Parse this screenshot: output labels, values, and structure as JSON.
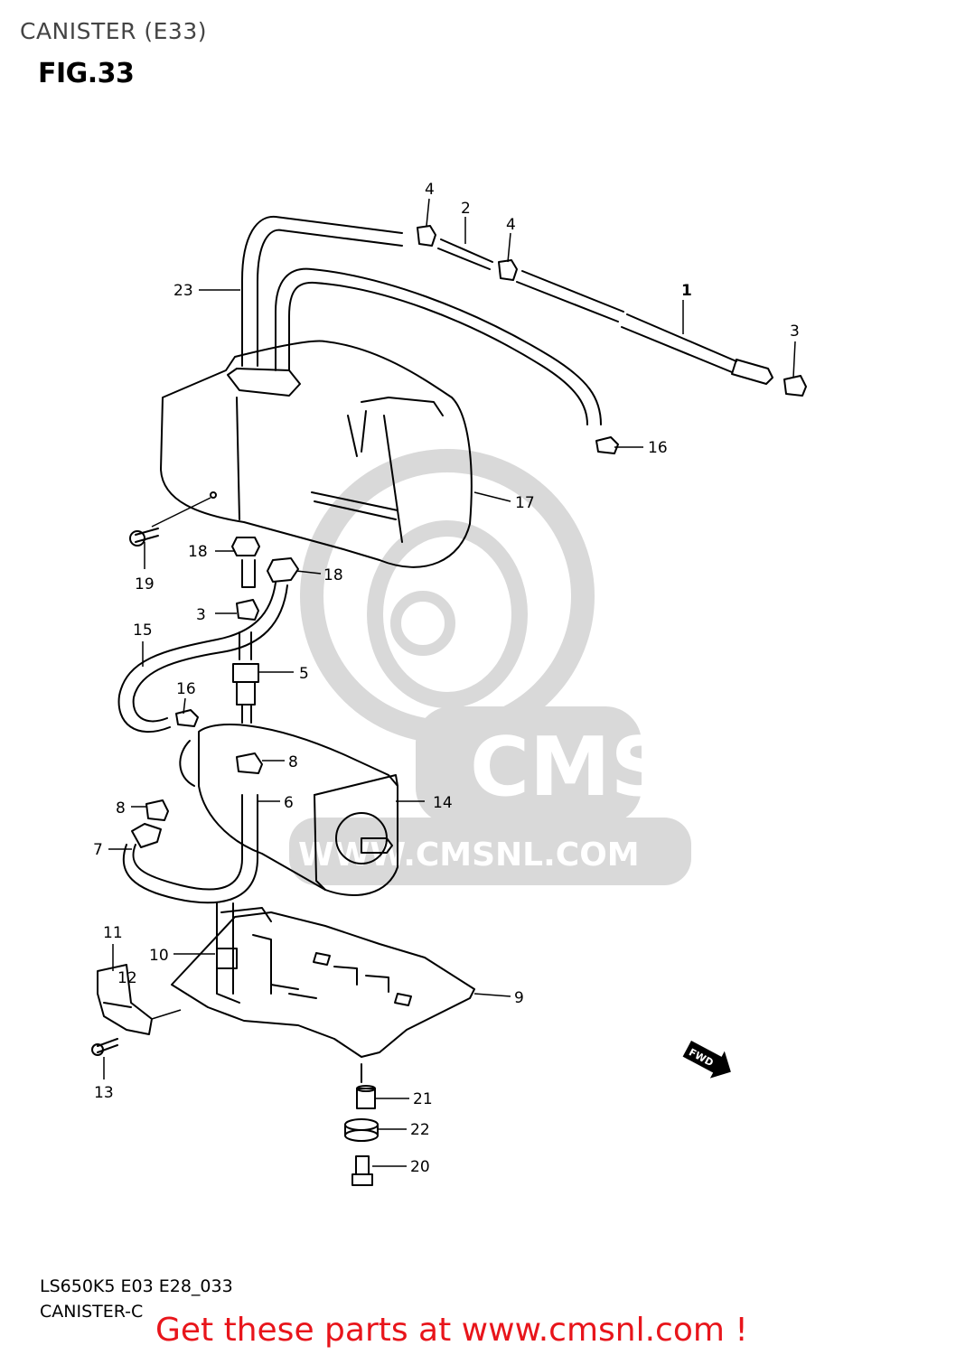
{
  "header": {
    "section_title": "CANISTER (E33)",
    "figure_label": "FIG.33"
  },
  "callouts": [
    "1",
    "2",
    "3",
    "3",
    "4",
    "4",
    "5",
    "6",
    "7",
    "8",
    "8",
    "9",
    "10",
    "11",
    "12",
    "13",
    "14",
    "15",
    "16",
    "16",
    "17",
    "18",
    "18",
    "19",
    "20",
    "21",
    "22",
    "23"
  ],
  "watermark": {
    "brand": "CMS",
    "url": "WWW.CMSNL.COM"
  },
  "direction_badge": "FWD",
  "footer": {
    "model_code": "LS650K5 E03 E28_033",
    "diagram_code": "CANISTER-C",
    "call_to_action": "Get these parts at www.cmsnl.com !"
  },
  "colors": {
    "line": "#000000",
    "watermark": "#d4d4d4",
    "cta": "#e8151b"
  }
}
